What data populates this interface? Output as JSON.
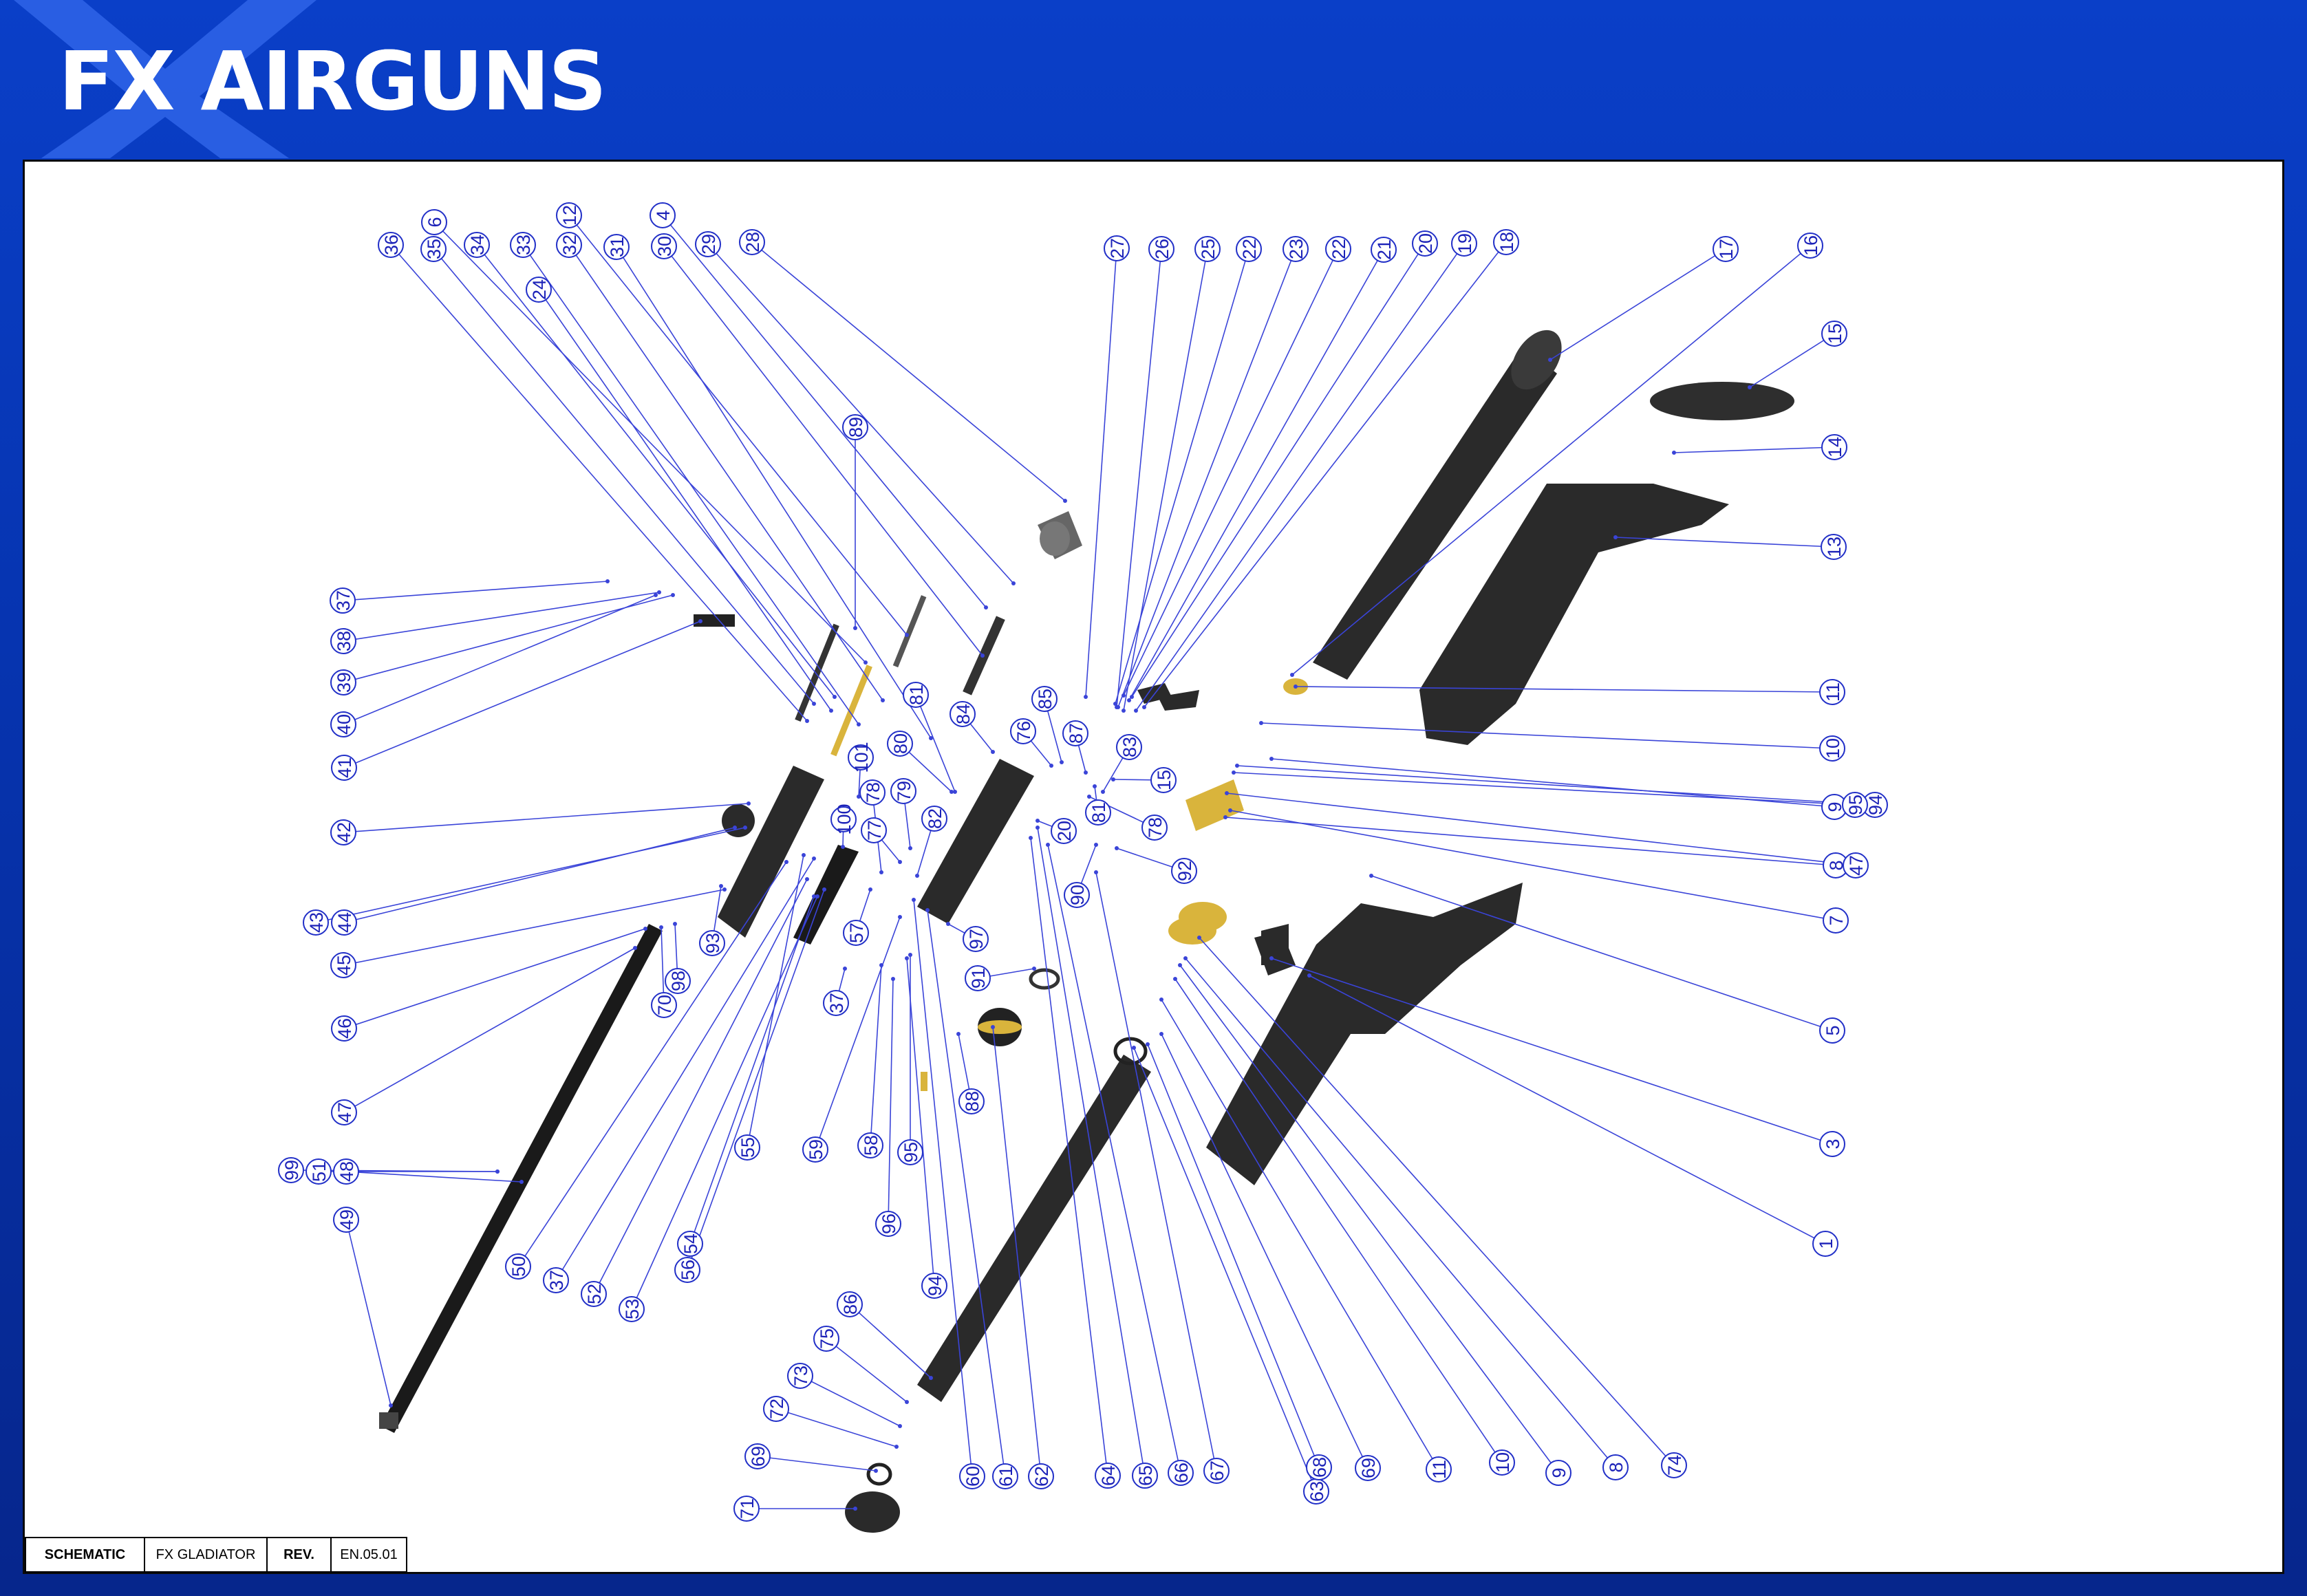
{
  "header": {
    "brand_name": "FX AIRGUNS",
    "background_color": "#0a3fc8",
    "accent_color": "#ffffff"
  },
  "title_block": {
    "type_label": "SCHEMATIC",
    "model_name": "FX GLADIATOR",
    "rev_label": "REV.",
    "rev_value": "EN.05.01"
  },
  "diagram": {
    "part_callouts": [
      "1",
      "3",
      "4",
      "5",
      "6",
      "7",
      "8",
      "9",
      "10",
      "11",
      "12",
      "13",
      "14",
      "15",
      "16",
      "17",
      "18",
      "19",
      "20",
      "21",
      "22",
      "23",
      "24",
      "25",
      "26",
      "27",
      "28",
      "29",
      "30",
      "31",
      "32",
      "33",
      "34",
      "35",
      "36",
      "37",
      "38",
      "39",
      "40",
      "41",
      "42",
      "43",
      "44",
      "45",
      "46",
      "47",
      "48",
      "49",
      "50",
      "51",
      "52",
      "53",
      "54",
      "55",
      "56",
      "57",
      "58",
      "59",
      "60",
      "61",
      "62",
      "63",
      "64",
      "65",
      "66",
      "67",
      "68",
      "69",
      "70",
      "71",
      "72",
      "73",
      "74",
      "75",
      "76",
      "77",
      "78",
      "79",
      "80",
      "81",
      "82",
      "83",
      "84",
      "85",
      "86",
      "87",
      "88",
      "89",
      "90",
      "91",
      "92",
      "93",
      "94",
      "95",
      "96",
      "97",
      "98",
      "99",
      "100",
      "101"
    ],
    "line_color": "#3a44d8",
    "part_color": "#2a2a2a",
    "brass_color": "#d9b43c"
  }
}
